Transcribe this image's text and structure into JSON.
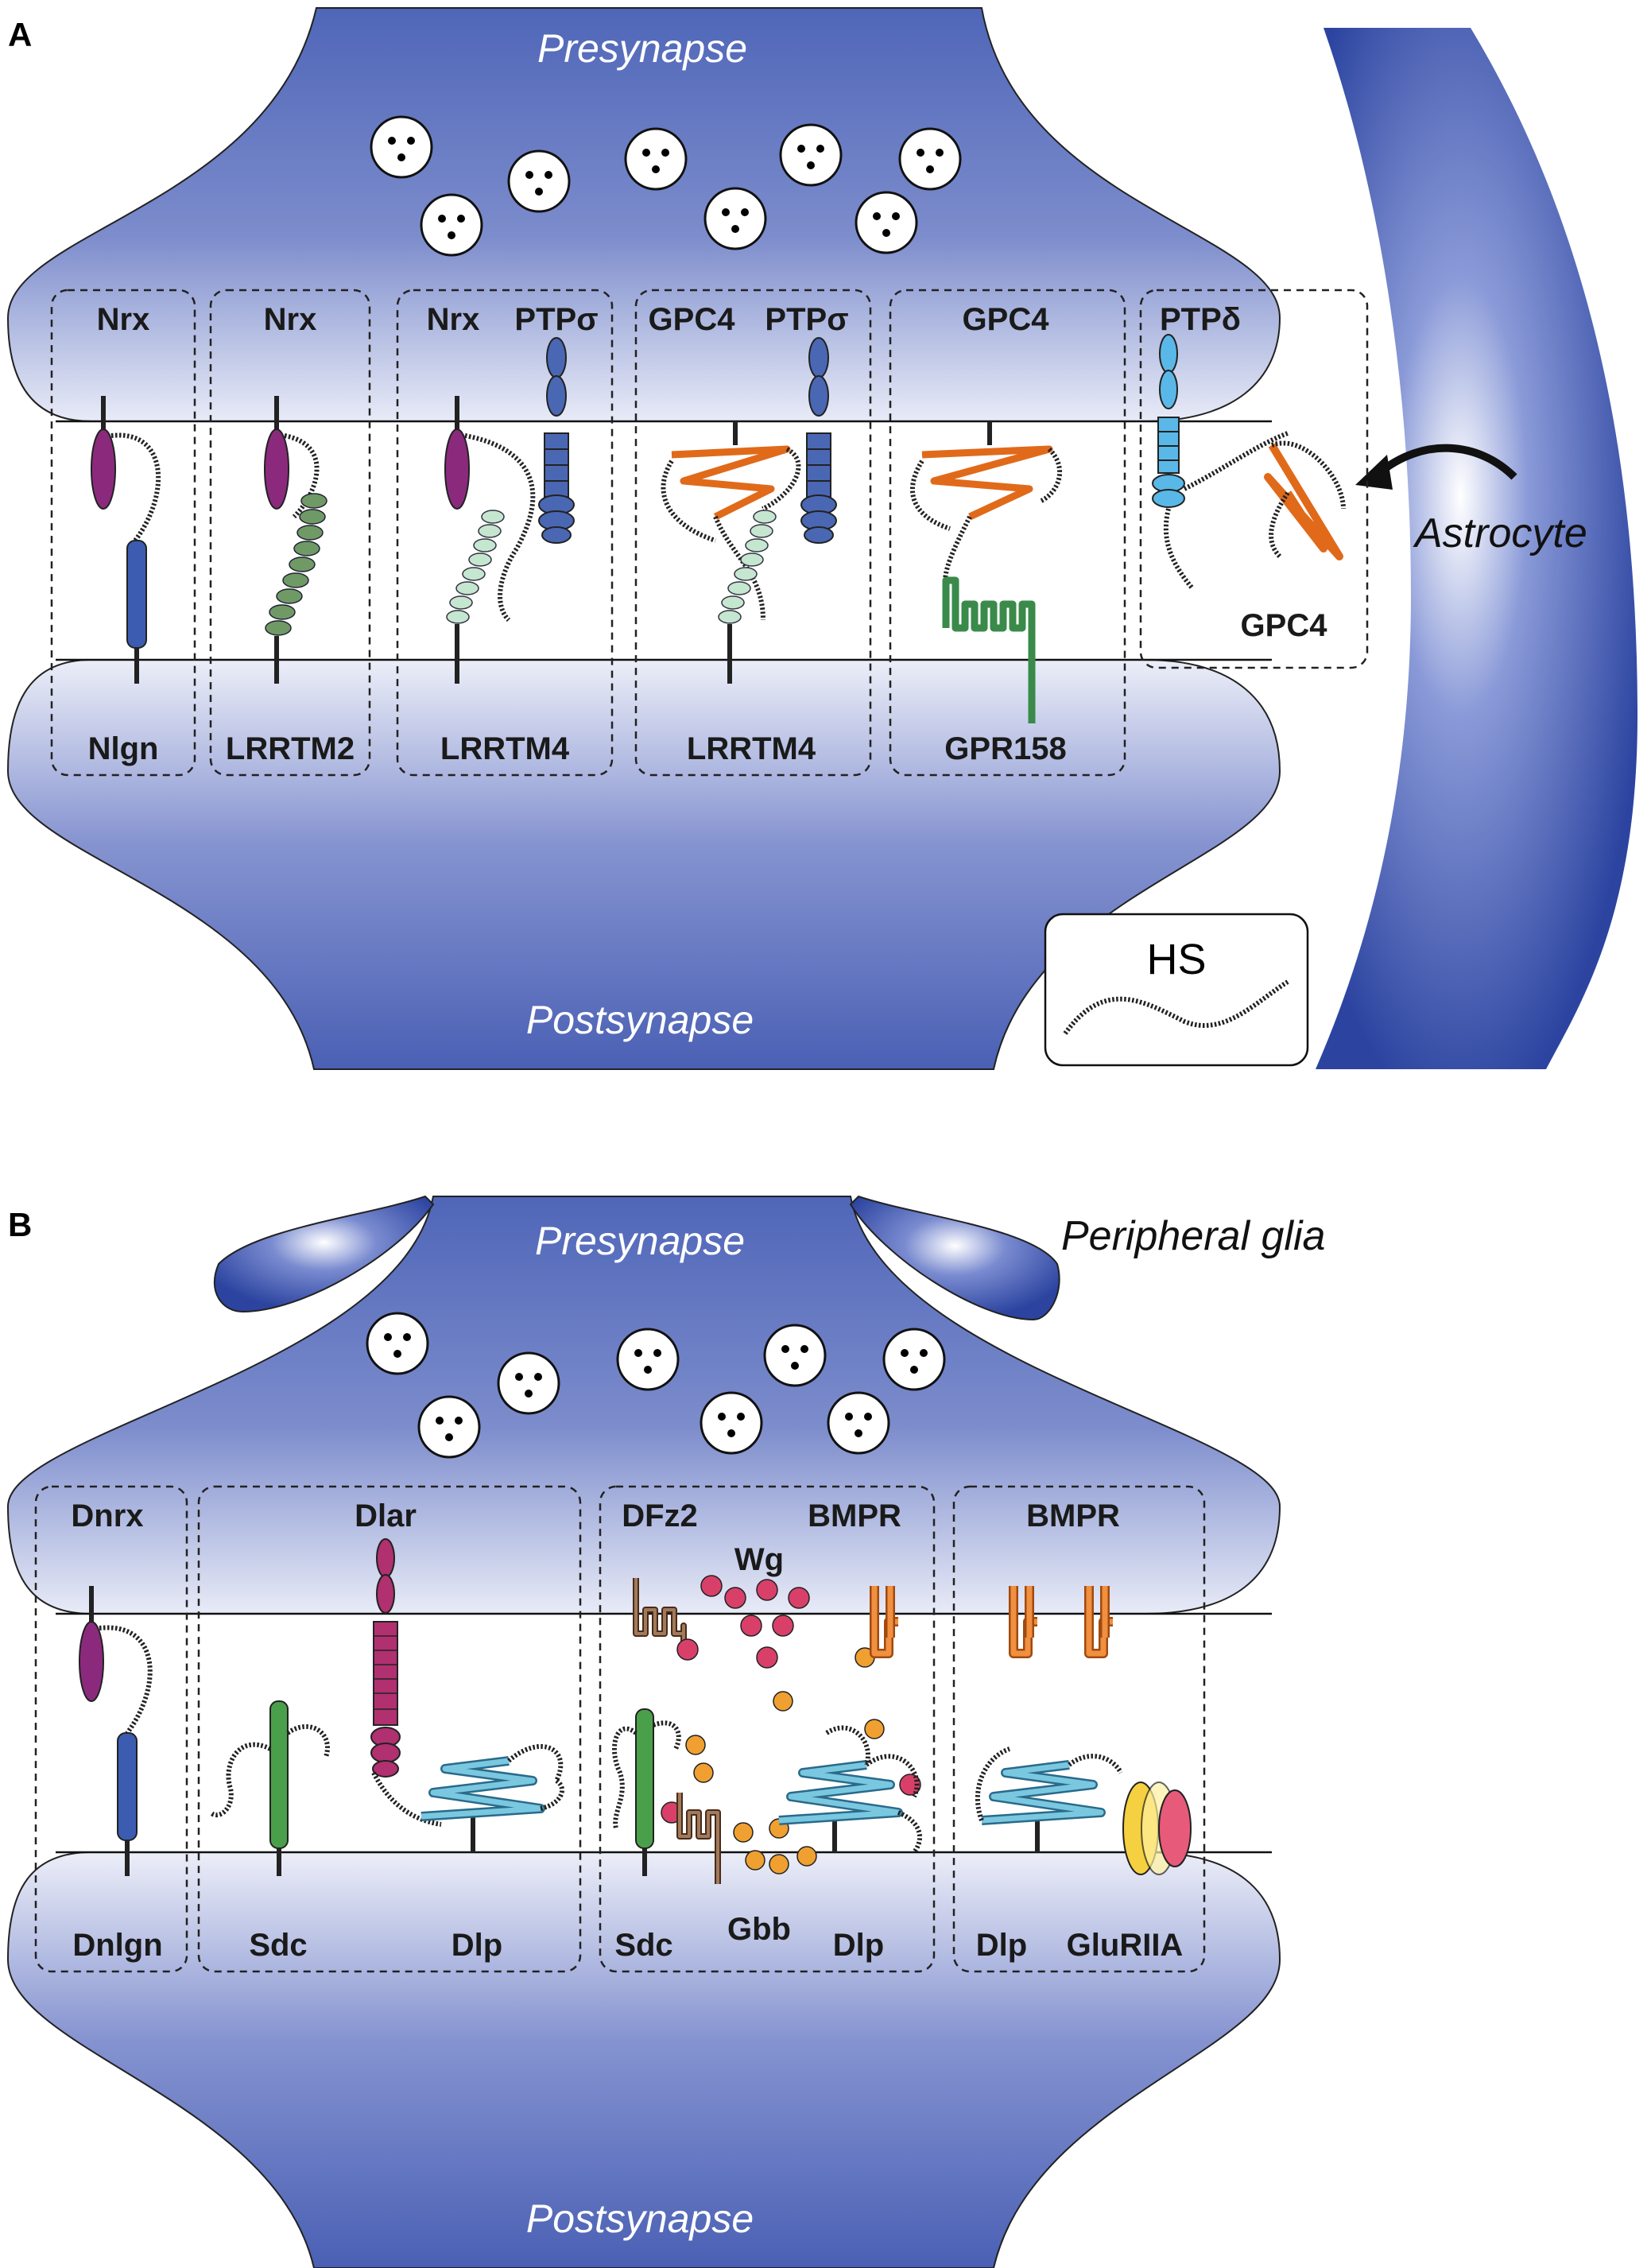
{
  "panel_a": {
    "letter": "A",
    "presynapse": "Presynapse",
    "postsynapse": "Postsynapse",
    "astrocyte": "Astrocyte",
    "hs_legend": "HS",
    "complexes": [
      {
        "top": [
          "Nrx"
        ],
        "bottom": [
          "Nlgn"
        ]
      },
      {
        "top": [
          "Nrx"
        ],
        "bottom": [
          "LRRTM2"
        ]
      },
      {
        "top": [
          "Nrx",
          "PTPσ"
        ],
        "bottom": [
          "LRRTM4"
        ]
      },
      {
        "top": [
          "GPC4",
          "PTPσ"
        ],
        "bottom": [
          "LRRTM4"
        ]
      },
      {
        "top": [
          "GPC4"
        ],
        "bottom": [
          "GPR158"
        ]
      },
      {
        "top": [
          "PTPδ"
        ],
        "bottom": [
          "GPC4"
        ]
      }
    ]
  },
  "panel_b": {
    "letter": "B",
    "presynapse": "Presynapse",
    "postsynapse": "Postsynapse",
    "glia": "Peripheral glia",
    "complexes": [
      {
        "top": [
          "Dnrx"
        ],
        "bottom": [
          "Dnlgn"
        ]
      },
      {
        "top": [
          "Dlar"
        ],
        "bottom": [
          "Sdc",
          "Dlp"
        ]
      },
      {
        "top": [
          "DFz2",
          "BMPR"
        ],
        "middle": [
          "Wg",
          "Gbb"
        ],
        "bottom": [
          "Sdc",
          "Dlp"
        ]
      },
      {
        "top": [
          "BMPR"
        ],
        "bottom": [
          "Dlp",
          "GluRIIA"
        ]
      }
    ]
  },
  "colors": {
    "cell_blue": "#5468b8",
    "cell_dark": "#2e4596",
    "nrx": "#8b2a7d",
    "nlgn": "#3b5cb0",
    "lrrtm2": "#5f8a5a",
    "lrrtm4": "#bfe0c8",
    "ptp": "#4a67b3",
    "gpc4": "#e06a1a",
    "gpr158": "#3a8a4a",
    "ptpd": "#5ab8e8",
    "dlar": "#b03070",
    "dlp": "#5ab8d8",
    "sdc": "#4aa04a",
    "wg": "#d8406a",
    "gbb": "#f0a030",
    "bmpr": "#e8752a",
    "glur_yellow": "#f5d040",
    "glur_pink": "#e85a7a"
  }
}
